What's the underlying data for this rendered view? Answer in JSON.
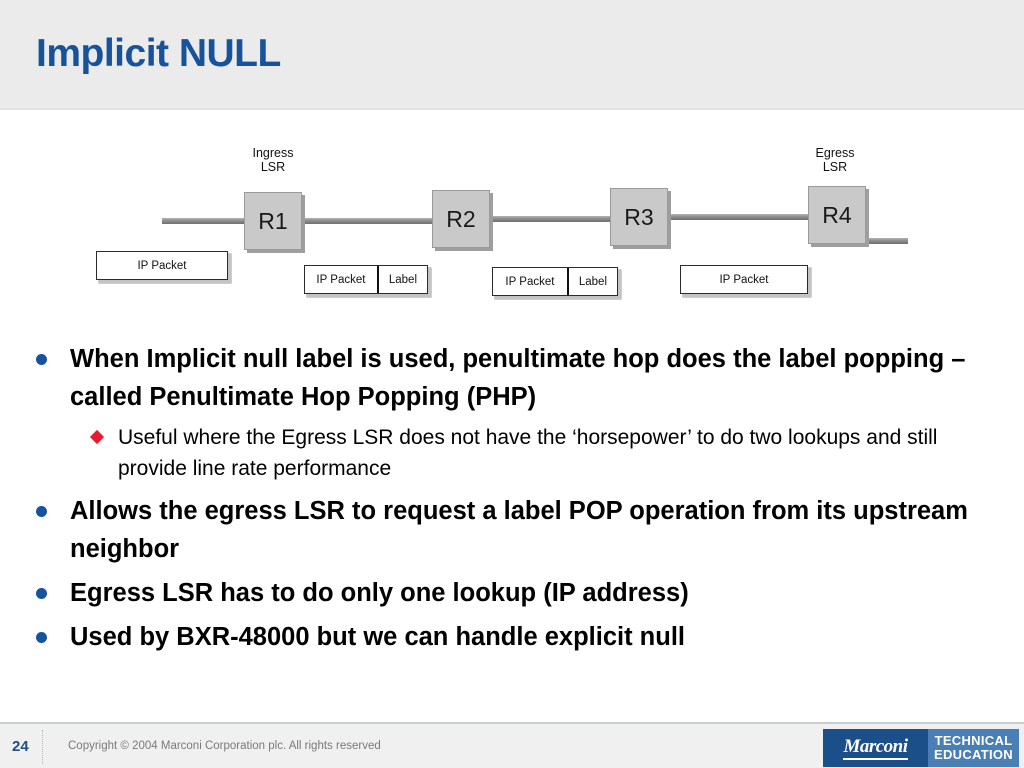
{
  "header": {
    "title": "Implicit NULL"
  },
  "diagram": {
    "ingress_label": "Ingress\nLSR",
    "egress_label": "Egress\nLSR",
    "nodes": [
      {
        "id": "r1",
        "label": "R1"
      },
      {
        "id": "r2",
        "label": "R2"
      },
      {
        "id": "r3",
        "label": "R3"
      },
      {
        "id": "r4",
        "label": "R4"
      }
    ],
    "packets": [
      {
        "id": "pkt1",
        "ip": "IP Packet",
        "label": ""
      },
      {
        "id": "pkt2",
        "ip": "IP Packet",
        "label": "Label"
      },
      {
        "id": "pkt3",
        "ip": "IP Packet",
        "label": "Label"
      },
      {
        "id": "pkt4",
        "ip": "IP Packet",
        "label": ""
      }
    ]
  },
  "body": {
    "bullets": [
      {
        "level": 1,
        "text": "When Implicit null label is used, penultimate hop does the label popping – called Penultimate Hop Popping (PHP)"
      },
      {
        "level": 2,
        "text": "Useful where the Egress LSR does not have the ‘horsepower’ to do two lookups and still provide line rate performance"
      },
      {
        "level": 1,
        "text": "Allows the egress LSR to request a label POP operation from its upstream neighbor"
      },
      {
        "level": 1,
        "text": "Egress LSR has to do only one lookup (IP address)"
      },
      {
        "level": 1,
        "text": "Used by BXR-48000 but we can handle explicit null"
      }
    ]
  },
  "footer": {
    "page_number": "24",
    "copyright": "Copyright © 2004 Marconi Corporation plc. All rights reserved",
    "logo_word": "Marconi",
    "logo_line1": "TECHNICAL",
    "logo_line2": "EDUCATION"
  },
  "colors": {
    "title_blue": "#16539a",
    "bullet_blue": "#15539e",
    "subbullet_red": "#e8192c",
    "header_bg": "#ebebeb",
    "node_fill": "#c9c9c9",
    "logo_dark_blue": "#1b4f8a",
    "logo_light_blue": "#4a7fb5"
  }
}
